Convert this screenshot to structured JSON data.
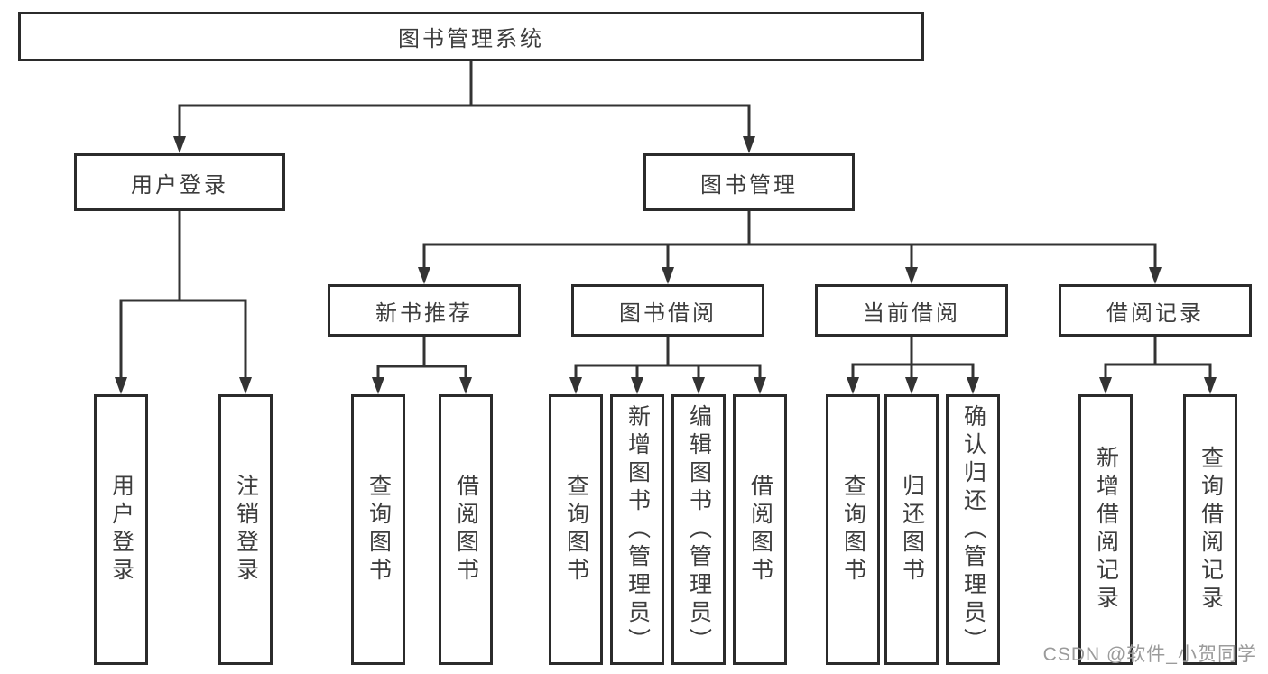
{
  "diagram": {
    "root": {
      "label": "图书管理系统"
    },
    "branches": [
      {
        "label": "用户登录",
        "children": [
          {
            "label": "用户登录"
          },
          {
            "label": "注销登录"
          }
        ]
      },
      {
        "label": "图书管理",
        "children": [
          {
            "label": "新书推荐",
            "children": [
              {
                "label": "查询图书"
              },
              {
                "label": "借阅图书"
              }
            ]
          },
          {
            "label": "图书借阅",
            "children": [
              {
                "label": "查询图书"
              },
              {
                "label": "新增图书（管理员）"
              },
              {
                "label": "编辑图书（管理员）"
              },
              {
                "label": "借阅图书"
              }
            ]
          },
          {
            "label": "当前借阅",
            "children": [
              {
                "label": "查询图书"
              },
              {
                "label": "归还图书"
              },
              {
                "label": "确认归还（管理员）"
              }
            ]
          },
          {
            "label": "借阅记录",
            "children": [
              {
                "label": "新增借阅记录"
              },
              {
                "label": "查询借阅记录"
              }
            ]
          }
        ]
      }
    ],
    "watermark": "CSDN @软件_小贺同学",
    "colors": {
      "line": "#333333",
      "border": "#2b2b2b",
      "text": "#3d3d3d",
      "watermark": "#9b9b9b",
      "background": "#ffffff"
    }
  }
}
